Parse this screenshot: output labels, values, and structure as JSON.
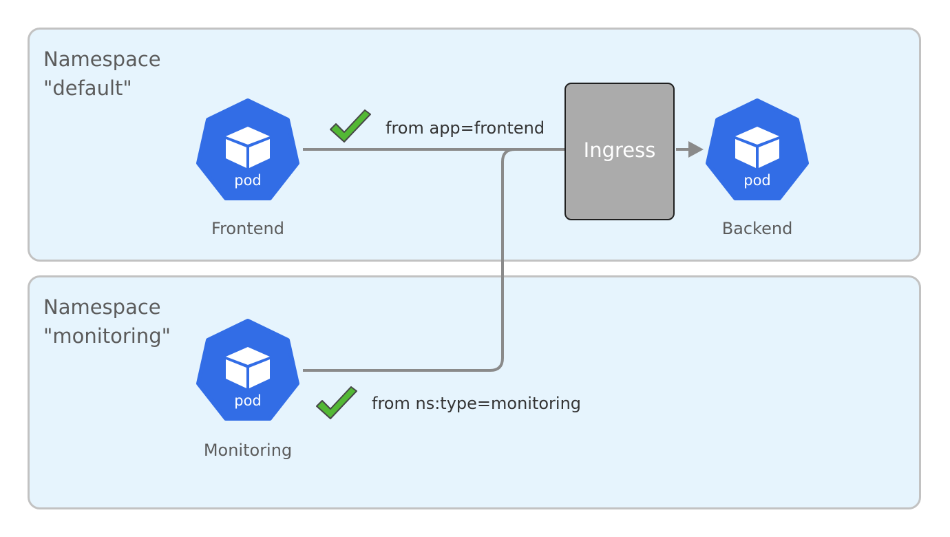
{
  "namespaces": {
    "default": {
      "line1": "Namespace",
      "line2": "\"default\""
    },
    "monitoring": {
      "line1": "Namespace",
      "line2": "\"monitoring\""
    }
  },
  "pods": {
    "frontend": {
      "badge": "pod",
      "name": "Frontend"
    },
    "backend": {
      "badge": "pod",
      "name": "Backend"
    },
    "monitoring": {
      "badge": "pod",
      "name": "Monitoring"
    }
  },
  "ingress": {
    "label": "Ingress"
  },
  "rules": {
    "frontend": {
      "text": "from app=frontend",
      "icon": "check-icon"
    },
    "monitoring": {
      "text": "from ns:type=monitoring",
      "icon": "check-icon"
    }
  },
  "colors": {
    "pod_fill": "#326de6",
    "namespace_fill": "#e6f4fd",
    "connector": "#8a8a8a",
    "check": "#4cb52b"
  }
}
